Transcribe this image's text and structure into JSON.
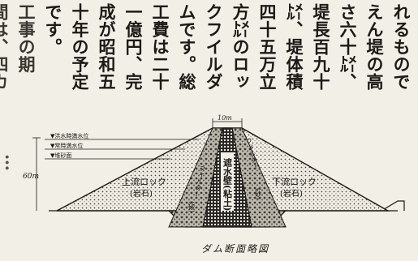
{
  "columns": [
    "れるもので",
    "えん堤の高",
    "さ六十㍍、",
    "堤長百九十",
    "㍍、堤体積",
    "四十五万立",
    "方㍍のロッ",
    "クフイルダ",
    "ムです。総",
    "工費は二十",
    "一億円、完",
    "成が昭和五",
    "十年の予定",
    "です。",
    "工事の期",
    "間は、四カ"
  ],
  "cut_column": "…",
  "diagram": {
    "caption": "ダム断面略図",
    "crest_width": "10m",
    "height_label": "60m",
    "levels": [
      "▼洪水時満水位",
      "▼常時満水位",
      "▼堆砂面"
    ],
    "upstream_label": [
      "上流ロック",
      "(岩石)"
    ],
    "downstream_label": [
      "下流ロック",
      "(岩石)"
    ],
    "core_label": "遮水壁(粘土)",
    "filter_label": "フィルター",
    "sand_label": "(砂)"
  }
}
